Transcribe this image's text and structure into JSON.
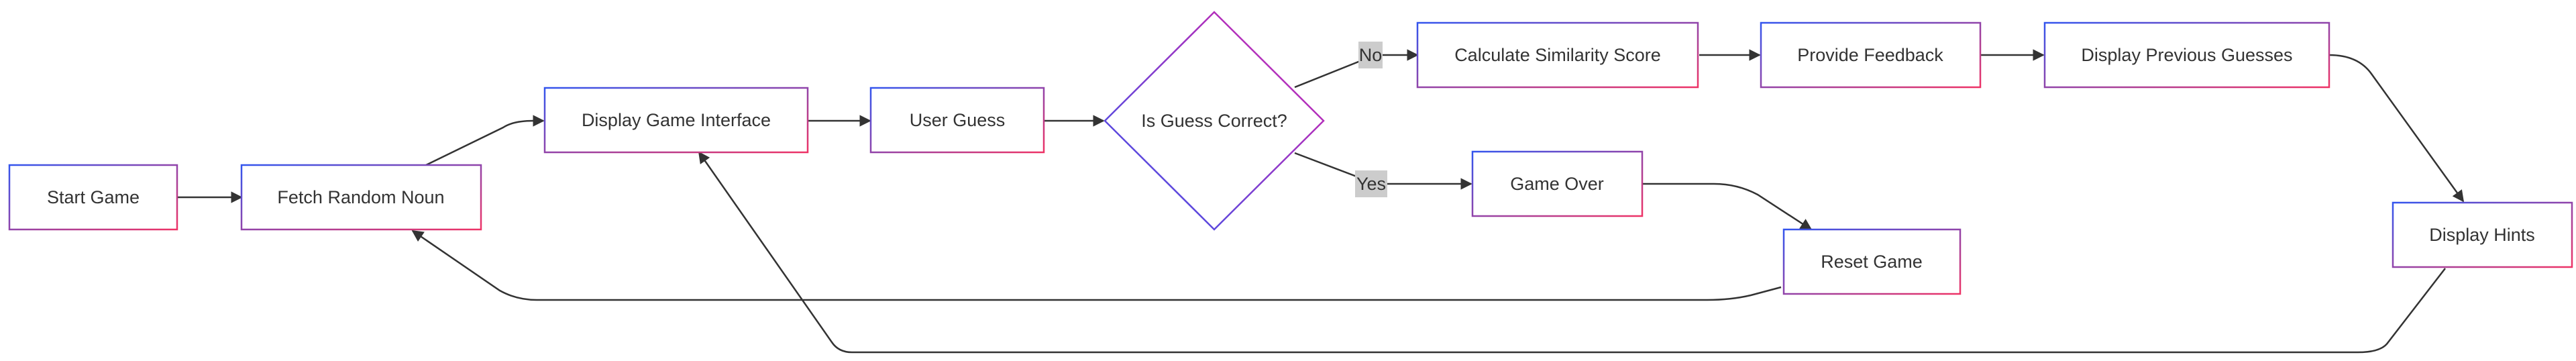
{
  "diagram": {
    "nodes": {
      "start_game": "Start Game",
      "fetch_random_noun": "Fetch Random Noun",
      "display_game_interface": "Display Game Interface",
      "user_guess": "User Guess",
      "is_guess_correct": "Is Guess Correct?",
      "calculate_similarity_score": "Calculate Similarity Score",
      "provide_feedback": "Provide Feedback",
      "display_previous_guesses": "Display Previous Guesses",
      "display_hints": "Display Hints",
      "game_over": "Game Over",
      "reset_game": "Reset Game"
    },
    "edge_labels": {
      "no": "No",
      "yes": "Yes"
    },
    "colors": {
      "node_fill": "#ffffff",
      "border_start": "#3355ee",
      "border_end": "#ee3366",
      "edge": "#333333",
      "edge_label_bg": "#cccccc",
      "text": "#333333"
    }
  }
}
